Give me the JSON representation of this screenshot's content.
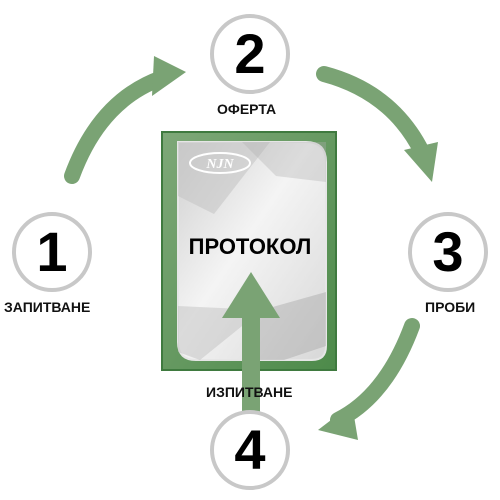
{
  "steps": [
    {
      "number": "1",
      "label": "ЗАПИТВАНЕ"
    },
    {
      "number": "2",
      "label": "ОФЕРТА"
    },
    {
      "number": "3",
      "label": "ПРОБИ"
    },
    {
      "number": "4",
      "label": "ИЗПИТВАНЕ"
    }
  ],
  "document": {
    "title": "ПРОТОКОЛ",
    "logo_text": "NJN"
  },
  "colors": {
    "arrow": "#7aa374",
    "frame_dark": "#3f7a3f",
    "frame_light": "#6f9e6a",
    "circle_border": "#c8c8c8",
    "inner_gray": "#b5b5b5"
  }
}
